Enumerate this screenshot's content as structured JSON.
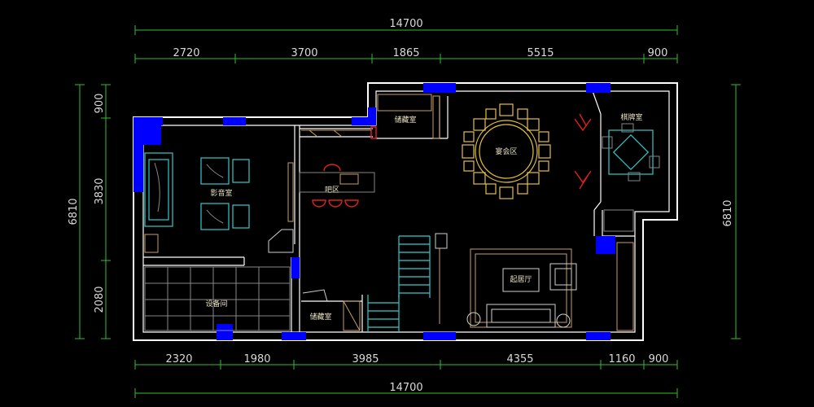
{
  "dimensions": {
    "top_total": "14700",
    "top_segments": [
      "2720",
      "3700",
      "1865",
      "5515",
      "900"
    ],
    "bottom_segments": [
      "2320",
      "1980",
      "3985",
      "4355",
      "1160",
      "900"
    ],
    "bottom_total": "14700",
    "left_total": "6810",
    "left_segments": [
      "900",
      "3830",
      "2080"
    ],
    "right_total": "6810"
  },
  "rooms": {
    "theater": "影音室",
    "bar": "吧区",
    "storage_top": "储藏室",
    "banquet": "宴会区",
    "chess": "棋牌室",
    "lounge": "起居厅",
    "equipment": "设备间",
    "storage_bottom": "储藏室"
  },
  "colors": {
    "background": "#000000",
    "walls": "#ffffff",
    "dimension_lines": "#2fbf2f",
    "columns": "#0000ff",
    "dining_furniture": "#e6c23a",
    "theater_furniture": "#33cccc",
    "bar_stools": "#e02020"
  }
}
